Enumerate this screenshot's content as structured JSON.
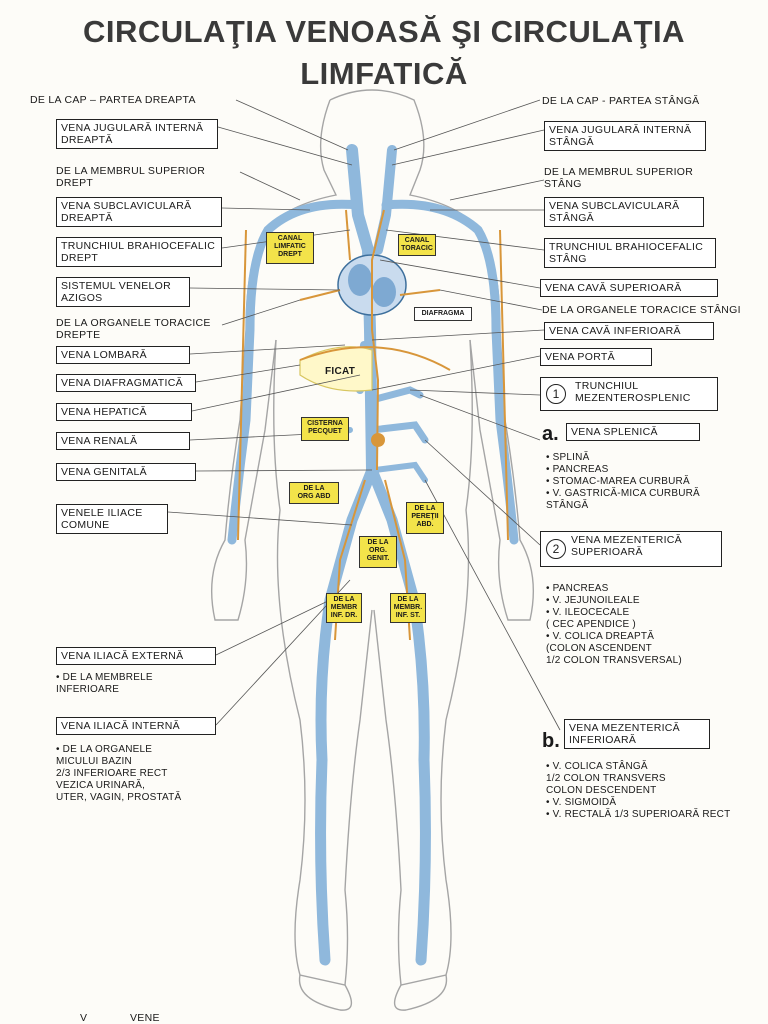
{
  "title": {
    "line1": "CIRCULAŢIA VENOASĂ ŞI CIRCULAŢIA",
    "line2": "LIMFATICĂ"
  },
  "left_labels": {
    "cap_dr": "DE LA CAP – PARTEA DREAPTA",
    "jug_dr": "VENA JUGULARĂ INTERNĂ\nDREAPTĂ",
    "membr_sup_dr": "DE LA MEMBRUL SUPERIOR\nDREPT",
    "subclav_dr": "VENA SUBCLAVICULARĂ\nDREAPTĂ",
    "brahio_dr": "TRUNCHIUL BRAHIOCEFALIC\nDREPT",
    "azigos": "SISTEMUL VENELOR\nAZIGOS",
    "org_tor_dr": "DE LA ORGANELE TORACICE\nDREPTE",
    "lombara": "VENA LOMBARĂ",
    "diafragmatica": "VENA DIAFRAGMATICĂ",
    "hepatica": "VENA HEPATICĂ",
    "renala": "VENA RENALĂ",
    "genitala": "VENA GENITALĂ",
    "iliace_comune": "VENELE ILIACE\nCOMUNE",
    "iliaca_ext": "VENA ILIACĂ EXTERNĂ",
    "iliaca_ext_note": "• DE LA MEMBRELE\n  INFERIOARE",
    "iliaca_int": "VENA ILIACĂ INTERNĂ",
    "iliaca_int_note": "• DE LA ORGANELE\n  MICULUI BAZIN\n  2/3 INFERIOARE RECT\n  VEZICA URINARĂ,\n  UTER, VAGIN, PROSTATĂ"
  },
  "right_labels": {
    "cap_st": "DE LA CAP - PARTEA STÂNGĂ",
    "jug_st": "VENA JUGULARĂ INTERNĂ\nSTÂNGĂ",
    "membr_sup_st": "DE LA MEMBRUL SUPERIOR\nSTÂNG",
    "subclav_st": "VENA SUBCLAVICULARĂ\nSTÂNGĂ",
    "brahio_st": "TRUNCHIUL BRAHIOCEFALIC\nSTÂNG",
    "cava_sup": "VENA CAVĂ SUPERIOARĂ",
    "org_tor_st": "DE LA ORGANELE TORACICE STÂNGI",
    "cava_inf": "VENA CAVĂ INFERIOARĂ",
    "porta": "VENA PORTĂ",
    "circ1": "1",
    "trunchiul": "TRUNCHIUL\nMEZENTEROSPLENIC",
    "mark_a": "a.",
    "splenica": "VENA SPLENICĂ",
    "splenica_list": "• SPLINĂ\n• PANCREAS\n• STOMAC-MAREA CURBURĂ\n• V. GASTRICĂ-MICA CURBURĂ\n  STÂNGĂ",
    "circ2": "2",
    "mez_sup": "VENA MEZENTERICĂ\nSUPERIOARĂ",
    "mez_sup_list": "• PANCREAS\n• V. JEJUNOILEALE\n• V. ILEOCECALE\n   ( CEC  APENDICE )\n• V. COLICA DREAPTĂ\n   (COLON ASCENDENT\n     1/2 COLON TRANSVERSAL)",
    "mark_b": "b.",
    "mez_inf": "VENA MEZENTERICĂ\nINFERIOARĂ",
    "mez_inf_list": "• V. COLICA STÂNGĂ\n   1/2 COLON TRANSVERS\n     COLON DESCENDENT\n• V. SIGMOIDĂ\n• V. RECTALĂ 1/3 SUPERIOARĂ RECT"
  },
  "body_labels": {
    "ficat": "FICAT",
    "canal_limf": "CANAL\nLIMFATIC\nDREPT",
    "canal_tor": "CANAL\nTORACIC",
    "diafragma": "DIAFRAGMA",
    "cisterna": "CISTERNA\nPECQUET",
    "org_abd": "DE LA\nORG ABD",
    "peretii_abd": "DE LA\nPEREŢII\nABD.",
    "org_genit": "DE LA\nORG.\nGENIT.",
    "membr_inf_dr": "DE LA\nMEMBR\nINF. DR.",
    "membr_inf_st": "DE LA\nMEMBR.\nINF. ST."
  },
  "legend": {
    "v": "V",
    "vene": "VENE"
  },
  "colors": {
    "vein": "#8fb8dc",
    "vein_dark": "#3d6f9c",
    "lymph": "#d8963a",
    "label_yellow": "#f3e34a",
    "skin_outline": "#9a9a9a"
  }
}
